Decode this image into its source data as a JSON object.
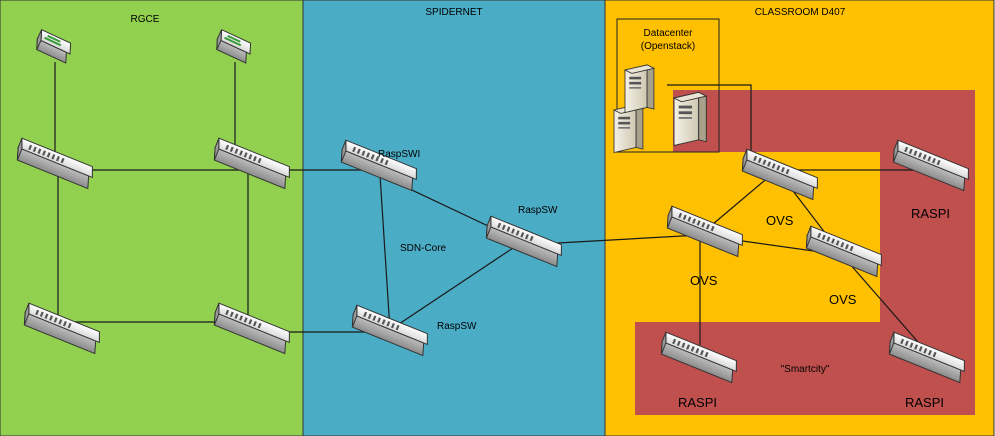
{
  "zones": {
    "rgce": {
      "title": "RGCE",
      "color": "#92d050"
    },
    "spidernet": {
      "title": "SPIDERNET",
      "color": "#4bacc6"
    },
    "classroom": {
      "title": "CLASSROOM D407",
      "color": "#ffc000"
    }
  },
  "highlight_color": "#c0504d",
  "labels": {
    "datacenter_line1": "Datacenter",
    "datacenter_line2": "(Openstack)",
    "raspswi": "RaspSWI",
    "raspsw_mid": "RaspSW",
    "raspsw_low": "RaspSW",
    "sdn_core": "SDN-Core",
    "ovs_top": "OVS",
    "ovs_left": "OVS",
    "ovs_right": "OVS",
    "raspi_top": "RASPI",
    "raspi_bottom_left": "RASPI",
    "raspi_bottom_right": "RASPI",
    "smartcity": "\"Smartcity\""
  },
  "icons": {
    "switch": "network-switch-icon",
    "router": "router-icon",
    "server": "server-icon"
  }
}
